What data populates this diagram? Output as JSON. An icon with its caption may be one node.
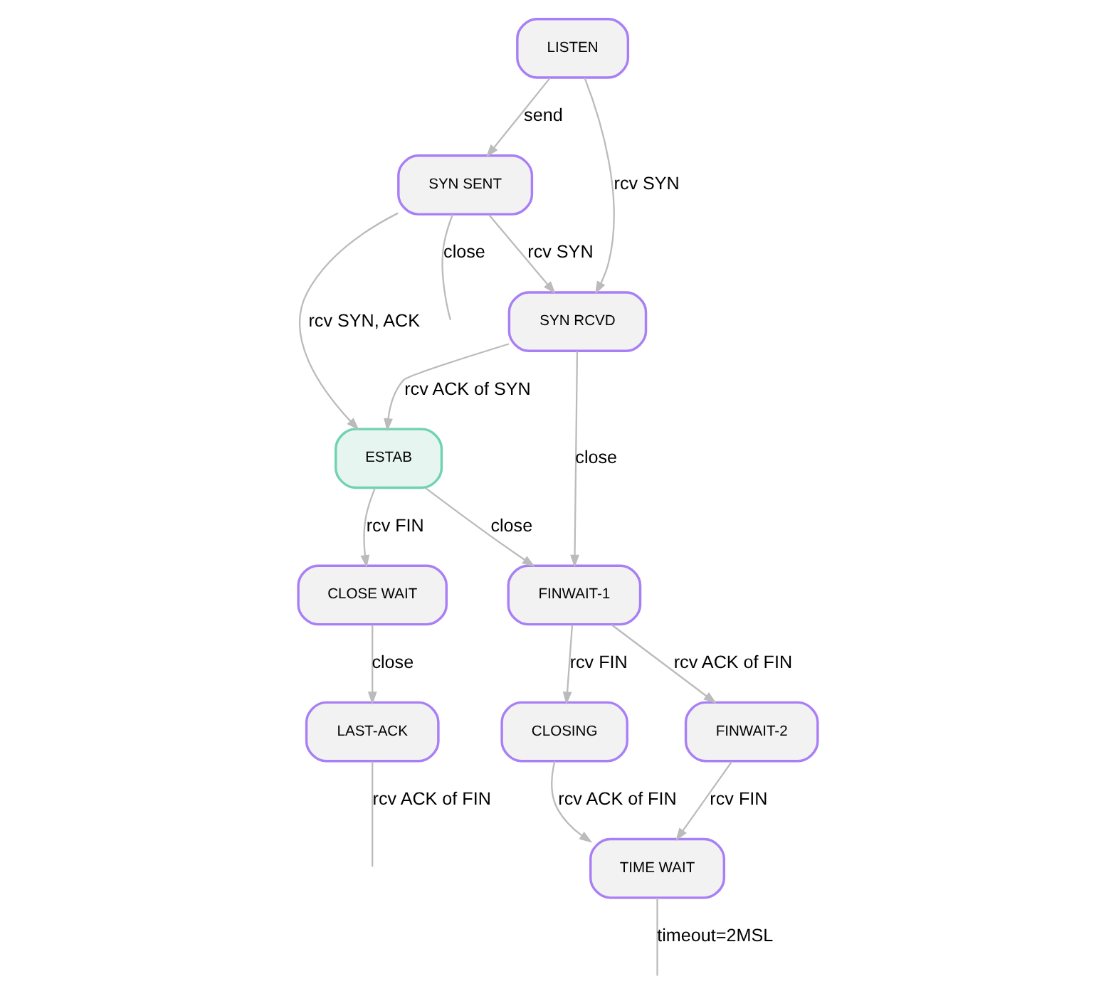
{
  "diagram": {
    "nodes": [
      {
        "text": [
          "LISTEN"
        ]
      },
      {
        "text": [
          "SYN SENT"
        ]
      },
      {
        "text": [
          "SYN RCVD"
        ]
      },
      {
        "text": [
          "ESTAB"
        ]
      },
      {
        "text": [
          "FINWAIT-1"
        ]
      },
      {
        "text": [
          "CLOSE WAIT"
        ]
      },
      {
        "text": [
          "FINWAIT-2"
        ]
      },
      {
        "text": [
          "CLOSING"
        ]
      },
      {
        "text": [
          "LAST-ACK"
        ]
      },
      {
        "text": [
          "TIME WAIT"
        ]
      }
    ],
    "edges": [
      {
        "from": 0,
        "to": 2,
        "arrow": "to",
        "label": "rcv SYN"
      },
      {
        "from": 0,
        "to": 1,
        "arrow": "to",
        "label": "send"
      },
      {
        "from": 1,
        "to": null,
        "arrow": "none",
        "label": "close"
      },
      {
        "from": 1,
        "to": 2,
        "arrow": "to",
        "label": "rcv SYN"
      },
      {
        "from": 1,
        "to": 3,
        "arrow": "to",
        "label": "rcv SYN, ACK"
      },
      {
        "from": 2,
        "to": 3,
        "arrow": "to",
        "label": "rcv ACK of SYN"
      },
      {
        "from": 2,
        "to": 4,
        "arrow": "to",
        "label": "close"
      },
      {
        "from": 3,
        "to": 4,
        "arrow": "to",
        "label": "close"
      },
      {
        "from": 3,
        "to": 5,
        "arrow": "to",
        "label": "rcv FIN"
      },
      {
        "from": 4,
        "to": 6,
        "arrow": "to",
        "label": "rcv ACK of FIN"
      },
      {
        "from": 4,
        "to": 7,
        "arrow": "to",
        "label": "rcv FIN"
      },
      {
        "from": 5,
        "to": 8,
        "arrow": "to",
        "label": "close"
      },
      {
        "from": 6,
        "to": 9,
        "arrow": "to",
        "label": "rcv FIN"
      },
      {
        "from": 7,
        "to": 9,
        "arrow": "to",
        "label": "rcv ACK of FIN"
      },
      {
        "from": 8,
        "to": null,
        "arrow": "none",
        "label": "rcv ACK of FIN"
      },
      {
        "from": 9,
        "to": null,
        "arrow": "none",
        "label": "timeout=2MSL"
      }
    ]
  }
}
